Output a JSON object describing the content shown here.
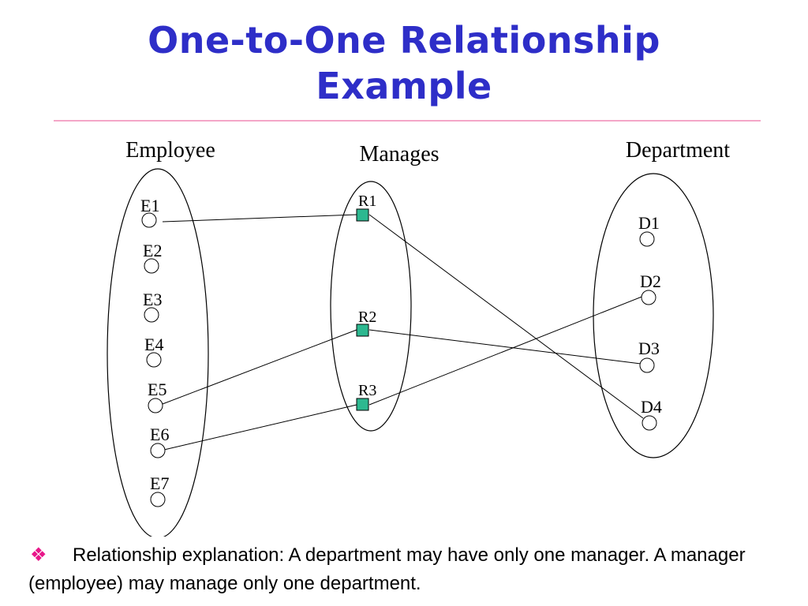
{
  "slide": {
    "title_line1": "One-to-One Relationship",
    "title_line2": "Example"
  },
  "diagram": {
    "employee_set": {
      "label": "Employee",
      "entities": [
        "E1",
        "E2",
        "E3",
        "E4",
        "E5",
        "E6",
        "E7"
      ]
    },
    "relationship_set": {
      "label": "Manages",
      "instances": [
        "R1",
        "R2",
        "R3"
      ]
    },
    "department_set": {
      "label": "Department",
      "entities": [
        "D1",
        "D2",
        "D3",
        "D4"
      ]
    },
    "links": [
      {
        "from": "E1",
        "to": "R1"
      },
      {
        "from": "R1",
        "to": "D4"
      },
      {
        "from": "E5",
        "to": "R2"
      },
      {
        "from": "R2",
        "to": "D3"
      },
      {
        "from": "E6",
        "to": "R3"
      },
      {
        "from": "R3",
        "to": "D2"
      }
    ],
    "relationship_color": "#2db890"
  },
  "explanation": {
    "bullet_icon": "diamond-bullet-icon",
    "text": "Relationship explanation: A department may have only one manager. A manager (employee) may manage only one department."
  }
}
